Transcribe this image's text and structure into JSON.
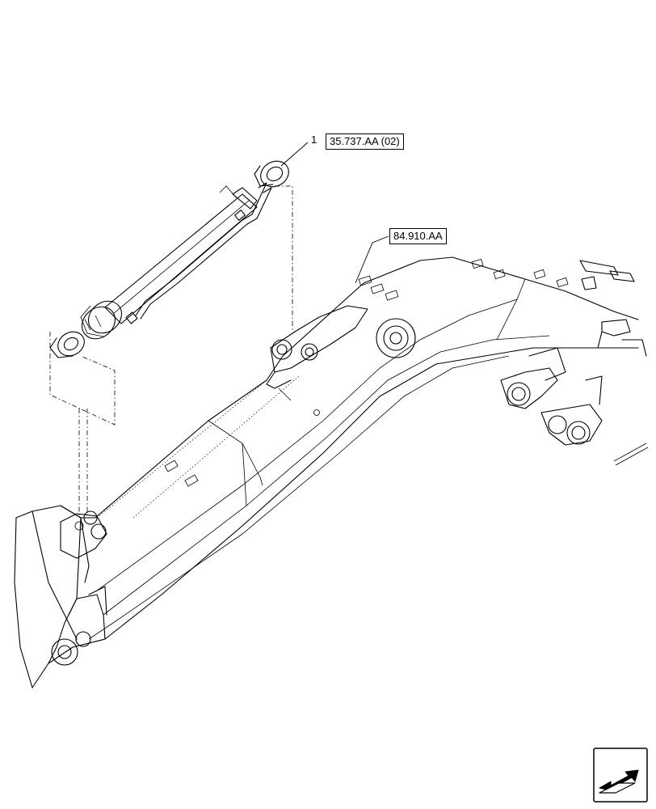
{
  "callouts": [
    {
      "item_number": "1",
      "reference": "35.737.AA (02)"
    },
    {
      "item_number": "",
      "reference": "84.910.AA"
    }
  ],
  "icons": {
    "navigation": "next-page-arrow-icon"
  },
  "colors": {
    "line": "#000000",
    "background": "#ffffff"
  }
}
